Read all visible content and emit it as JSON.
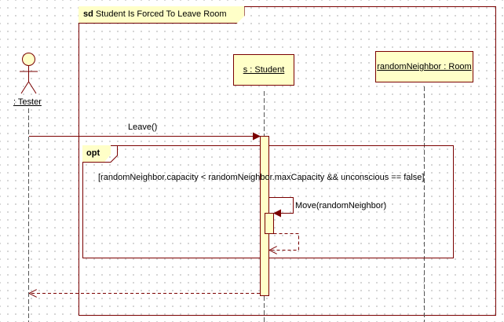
{
  "frame": {
    "kind": "sd",
    "title": "Student Is Forced To Leave Room"
  },
  "actor": {
    "name": ": Tester"
  },
  "lifelines": [
    {
      "label": "s : Student"
    },
    {
      "label": "randomNeighbor : Room"
    }
  ],
  "messages": {
    "leave": "Leave()",
    "move": "Move(randomNeighbor)"
  },
  "fragment": {
    "operator": "opt",
    "guard": "[randomNeighbor.capacity < randomNeighbor.maxCapacity && unconscious == false]"
  },
  "colors": {
    "line": "#7a0000",
    "note_fill": "#ffffc8",
    "lifeline": "#555555"
  }
}
